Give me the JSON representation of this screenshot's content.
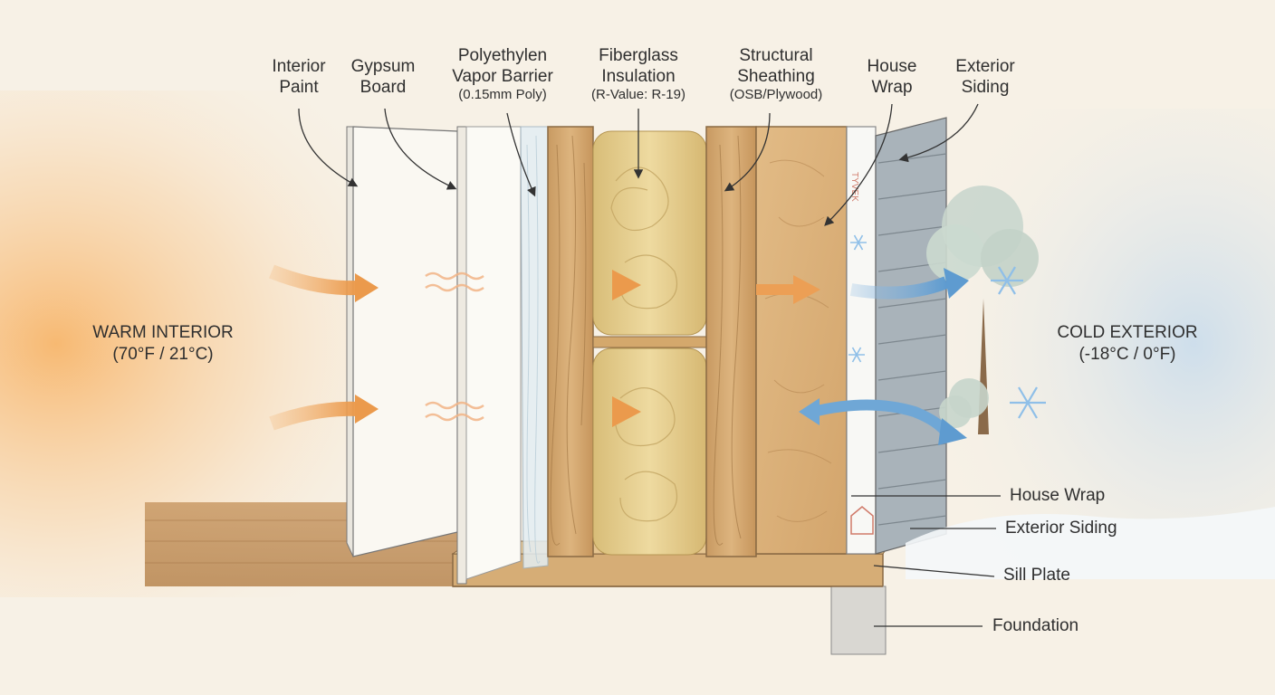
{
  "diagram": {
    "layer_labels": [
      {
        "id": "interior-paint",
        "line1": "Interior",
        "line2": "Paint",
        "sub": ""
      },
      {
        "id": "gypsum-board",
        "line1": "Gypsum",
        "line2": "Board",
        "sub": ""
      },
      {
        "id": "vapor-barrier",
        "line1": "Polyethylen",
        "line2": "Vapor Barrier",
        "sub": "(0.15mm Poly)"
      },
      {
        "id": "fiberglass-insulation",
        "line1": "Fiberglass",
        "line2": "Insulation",
        "sub": "(R-Value: R-19)"
      },
      {
        "id": "structural-sheathing",
        "line1": "Structural",
        "line2": "Sheathing",
        "sub": "(OSB/Plywood)"
      },
      {
        "id": "house-wrap",
        "line1": "House",
        "line2": "Wrap",
        "sub": ""
      },
      {
        "id": "exterior-siding",
        "line1": "Exterior",
        "line2": "Siding",
        "sub": ""
      }
    ],
    "warm_side": {
      "line1": "WARM INTERIOR",
      "line2": "(70°F / 21°C)"
    },
    "cold_side": {
      "line1": "COLD EXTERIOR",
      "line2": "(-18°C / 0°F)"
    },
    "bottom_labels": [
      {
        "id": "house-wrap-bottom",
        "text": "House Wrap"
      },
      {
        "id": "exterior-siding-bottom",
        "text": "Exterior Siding"
      },
      {
        "id": "sill-plate",
        "text": "Sill Plate"
      },
      {
        "id": "foundation",
        "text": "Foundation"
      }
    ],
    "colors": {
      "warm": "#f2a65a",
      "cold": "#6ea6d6",
      "wood": "#d9b07a",
      "insulation": "#e7cf8e",
      "background": "#f7f1e6"
    }
  }
}
